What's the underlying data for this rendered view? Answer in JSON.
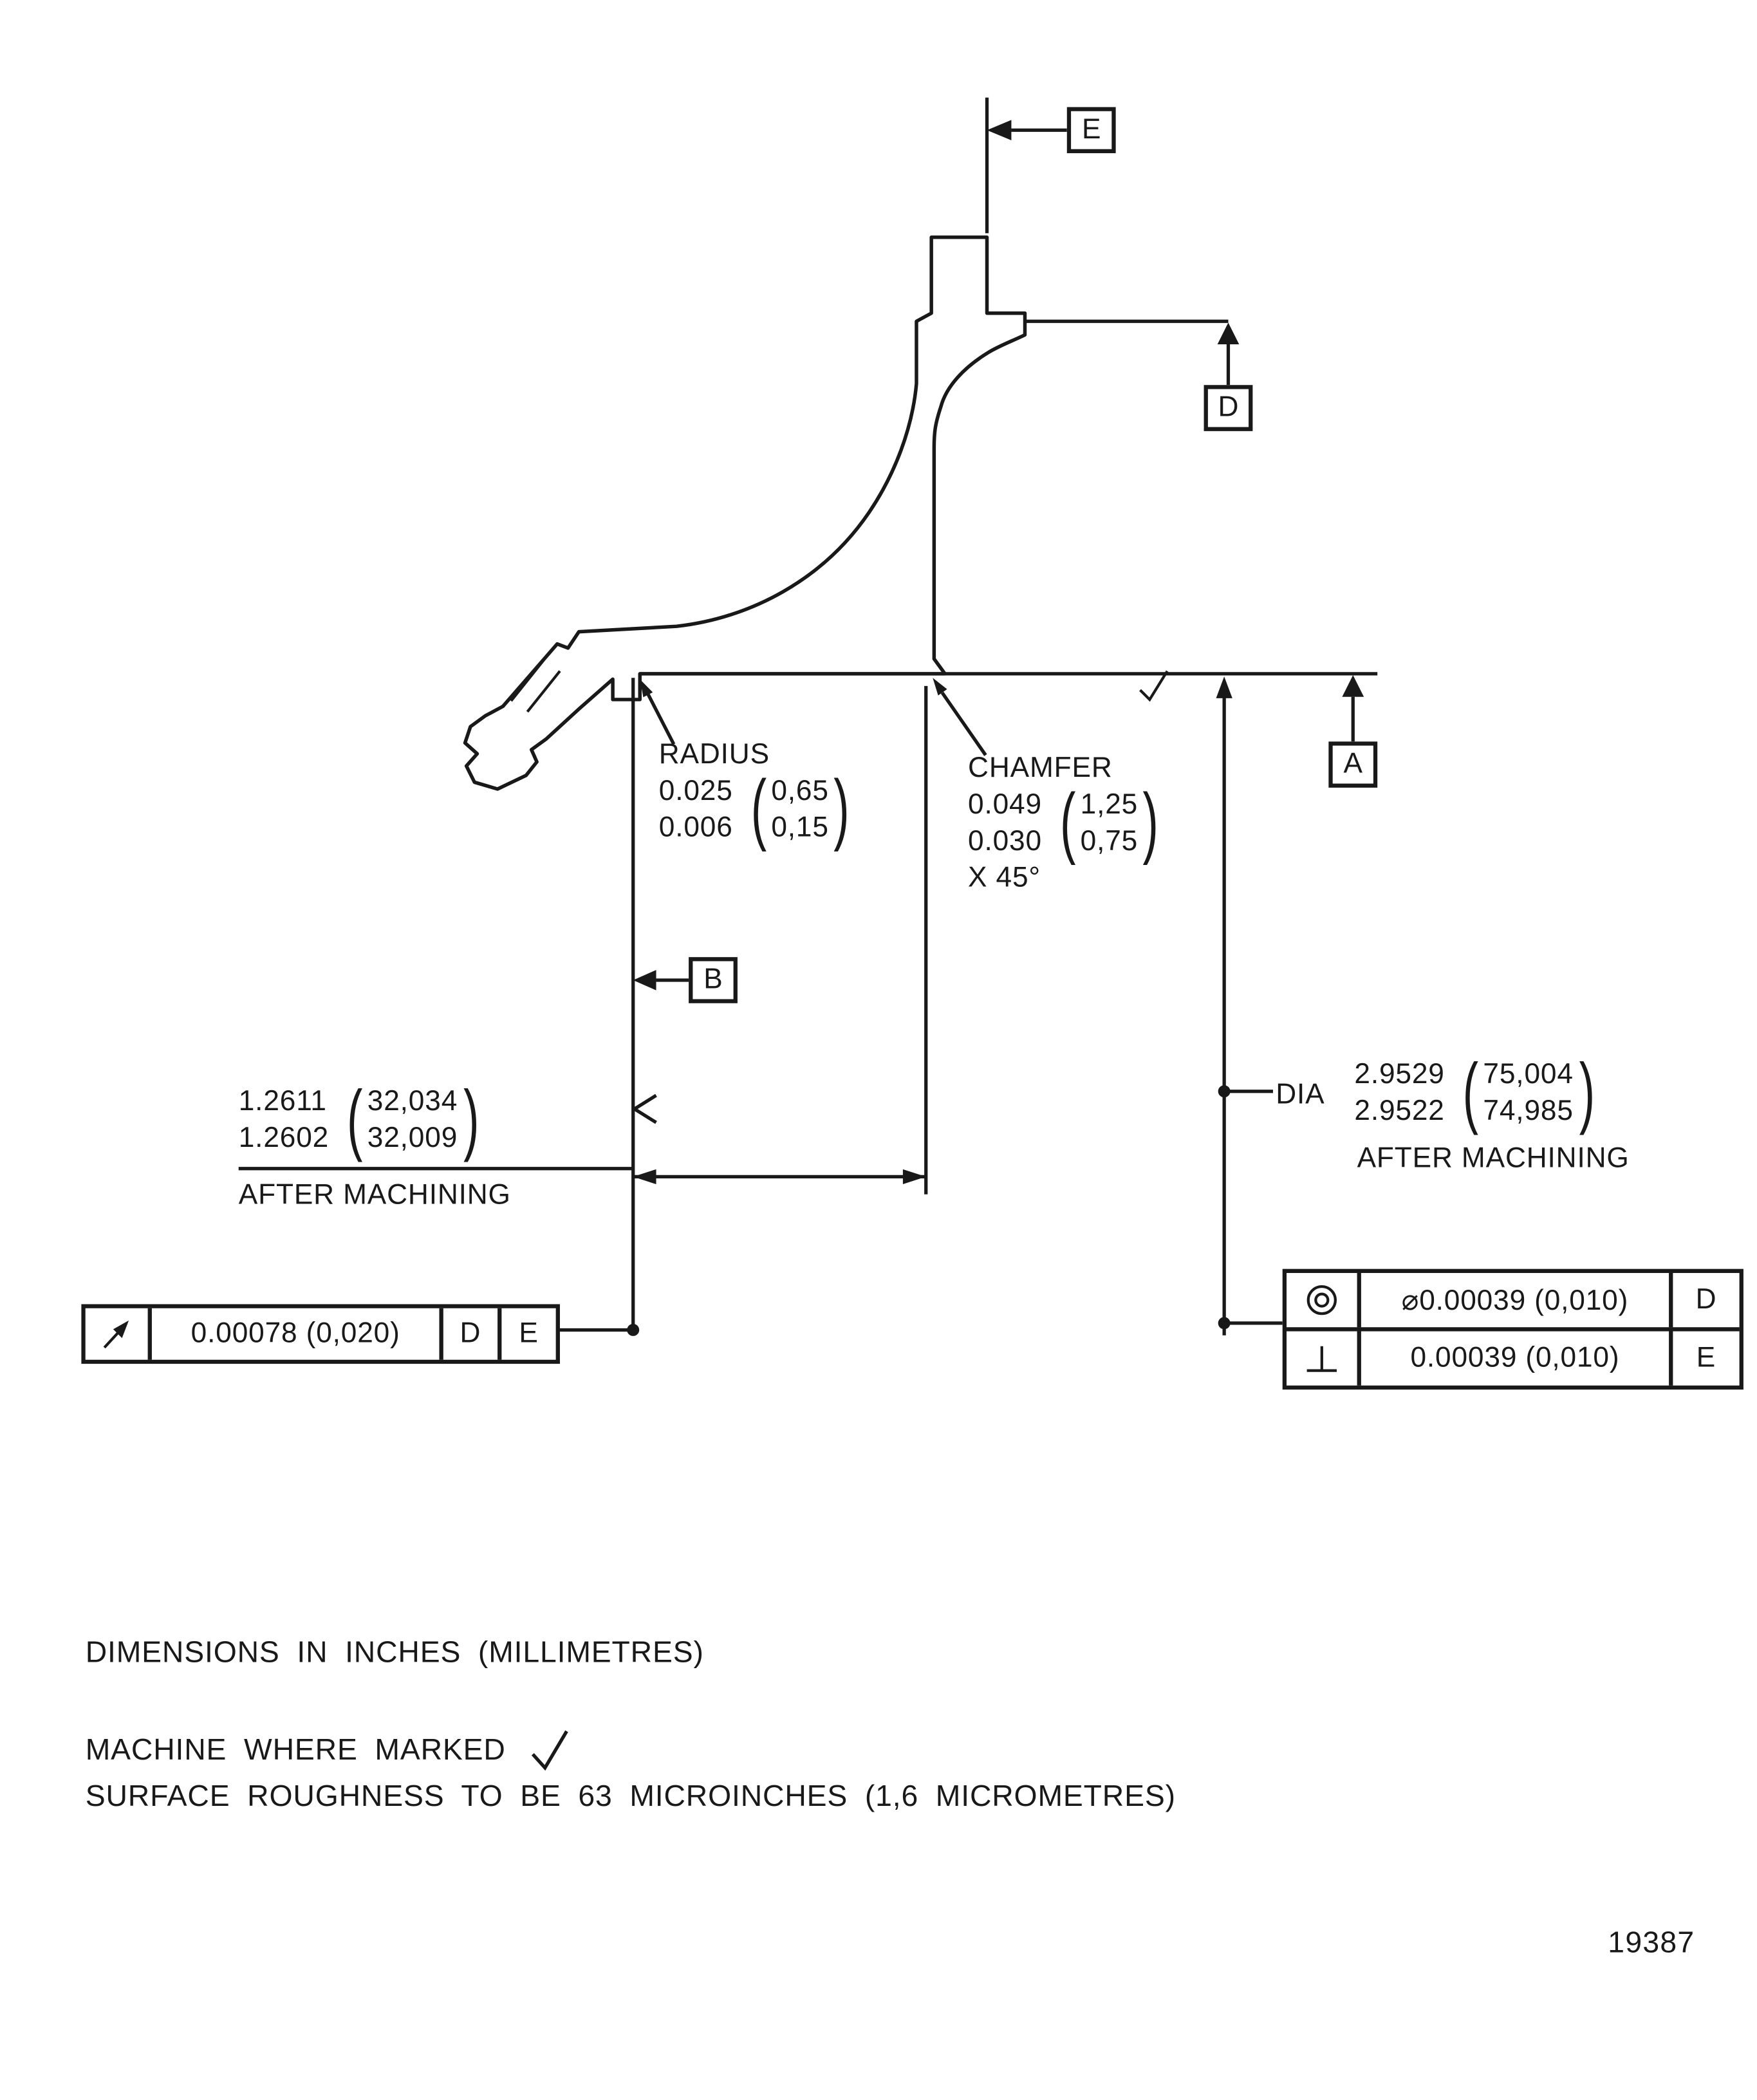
{
  "page": {
    "background": "#ffffff",
    "line_color": "#191919"
  },
  "figure_number": "19387",
  "glyphs": {
    "open_paren": "(",
    "close_paren": ")"
  },
  "datum_flags": {
    "e": "E",
    "d": "D",
    "a": "A",
    "b": "B"
  },
  "callouts": {
    "radius": {
      "label": "RADIUS",
      "inch": [
        "0.025",
        "0.006"
      ],
      "mm": [
        "0,65",
        "0,15"
      ]
    },
    "chamfer": {
      "label": "CHAMFER",
      "inch": [
        "0.049",
        "0.030"
      ],
      "mm": [
        "1,25",
        "0,75"
      ],
      "angle": "X 45°"
    },
    "width": {
      "inch": [
        "1.2611",
        "1.2602"
      ],
      "mm": [
        "32,034",
        "32,009"
      ],
      "note": "AFTER MACHINING"
    },
    "diameter": {
      "label": "DIA",
      "inch": [
        "2.9529",
        "2.9522"
      ],
      "mm": [
        "75,004",
        "74,985"
      ],
      "note": "AFTER MACHINING"
    }
  },
  "feature_control_frames": {
    "runout": {
      "symbol": "circular-runout",
      "value": "0.00078 (0,020)",
      "datums": [
        "D",
        "E"
      ]
    },
    "concentricity": {
      "symbol": "concentricity",
      "value": "⌀0.00039 (0,010)",
      "datum": "D"
    },
    "perpendicularity": {
      "symbol": "perpendicularity",
      "value": "0.00039 (0,010)",
      "datum": "E"
    }
  },
  "notes": {
    "units": "DIMENSIONS IN INCHES (MILLIMETRES)",
    "machine": "MACHINE WHERE MARKED",
    "roughness": "SURFACE ROUGHNESS TO BE 63 MICROINCHES (1,6 MICROMETRES)"
  }
}
